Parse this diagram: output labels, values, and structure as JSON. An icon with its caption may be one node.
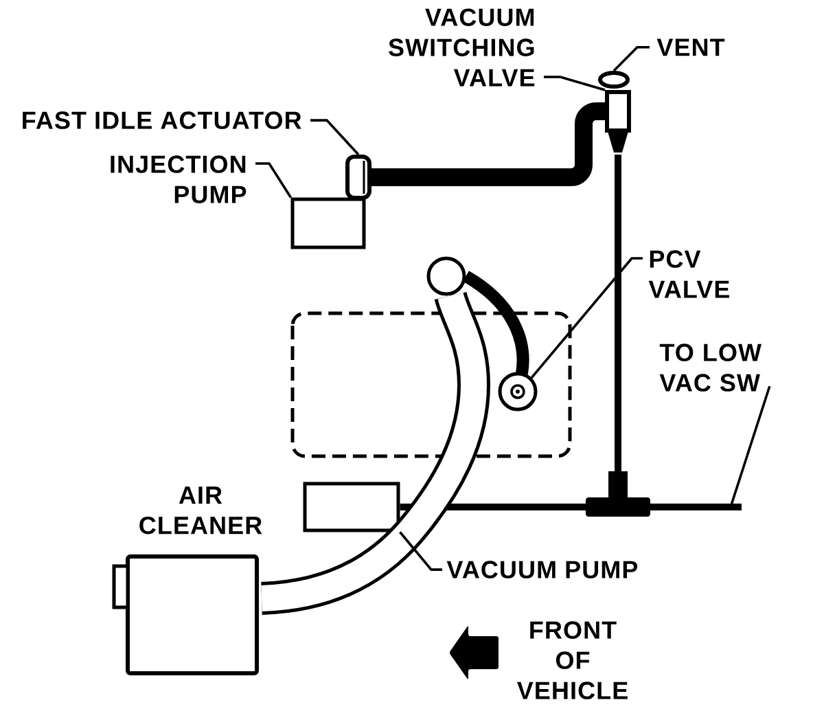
{
  "diagram": {
    "nodes": [
      {
        "text": [
          "VACUUM SWITCHING VALVE"
        ]
      },
      {
        "text": [],
        "shape": "box"
      },
      {
        "text": [
          "VENT"
        ]
      },
      {
        "text": [],
        "shape": "circle"
      },
      {
        "text": [
          "FAST IDLE ACTUATOR"
        ]
      },
      {
        "text": [],
        "shape": "cylinder"
      },
      {
        "text": [
          "INJECTION PUMP"
        ]
      },
      {
        "text": [],
        "shape": "box"
      },
      {
        "text": [
          "PCV VALVE"
        ]
      },
      {
        "text": [],
        "shape": "circle"
      },
      {
        "text": [
          "TO LOW VAC SW"
        ]
      },
      {
        "text": [
          "VACUUM PUMP"
        ]
      },
      {
        "text": [],
        "shape": "box"
      },
      {
        "text": [],
        "shape": "circle"
      },
      {
        "text": [],
        "shape": "bar"
      },
      {
        "text": [
          "AIR CLEANER"
        ]
      }
    ],
    "edges": [
      {
        "from": 0,
        "to": 1,
        "arrow": "none"
      },
      {
        "from": 2,
        "to": 3,
        "arrow": "none"
      },
      {
        "from": 4,
        "to": 5,
        "arrow": "none"
      },
      {
        "from": 6,
        "to": 7,
        "arrow": "none"
      },
      {
        "from": 5,
        "to": 1,
        "arrow": "none",
        "style": "thick"
      },
      {
        "from": 1,
        "to": 14,
        "arrow": "none",
        "style": "thick"
      },
      {
        "from": 8,
        "to": 9,
        "arrow": "none"
      },
      {
        "from": 9,
        "to": 13,
        "arrow": "none",
        "style": "thick"
      },
      {
        "from": 10,
        "to": null,
        "arrow": "none"
      },
      {
        "from": 12,
        "to": 14,
        "arrow": "none",
        "style": "thick"
      },
      {
        "from": 11,
        "to": 12,
        "arrow": "none"
      },
      {
        "from": 14,
        "to": null,
        "arrow": "none",
        "style": "thick"
      },
      {
        "from": 15,
        "to": 13,
        "arrow": "none",
        "style": "thick"
      }
    ],
    "labels": [
      "FRONT OF VEHICLE"
    ]
  }
}
